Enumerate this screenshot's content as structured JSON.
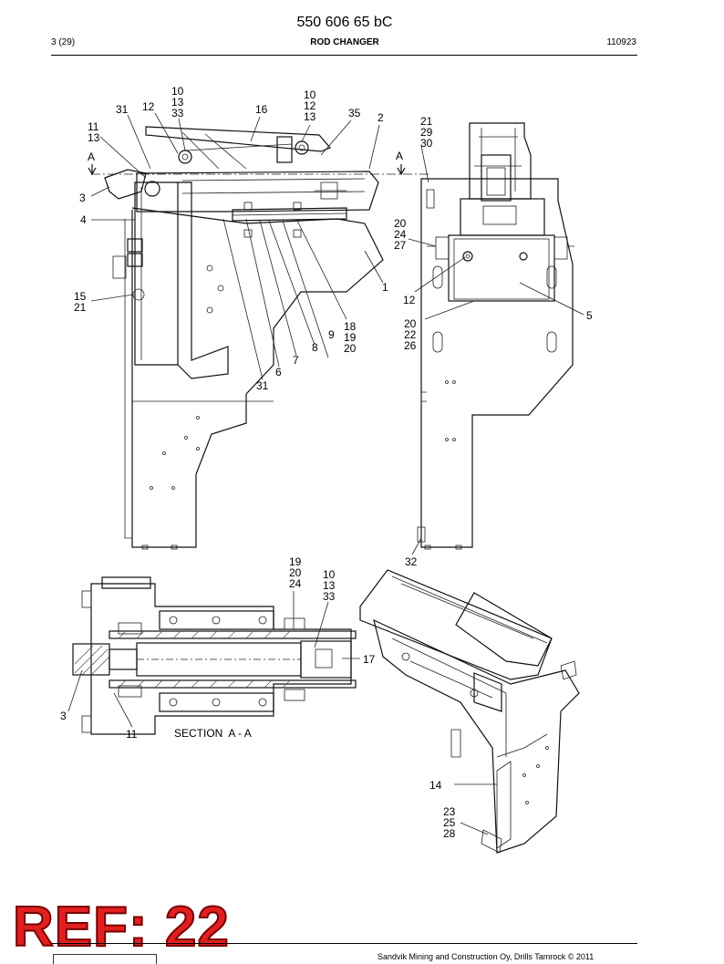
{
  "header": {
    "doc_number": "550 606 65 bC",
    "page": "3 (29)",
    "title": "ROD CHANGER",
    "date": "110923"
  },
  "section_label": "SECTION  A - A",
  "section_marks": [
    "A",
    "A"
  ],
  "callouts": {
    "side_view": [
      {
        "id": "c1",
        "lines": [
          "10",
          "13",
          "33"
        ]
      },
      {
        "id": "c2",
        "lines": [
          "31"
        ]
      },
      {
        "id": "c3",
        "lines": [
          "12"
        ]
      },
      {
        "id": "c4",
        "lines": [
          "16"
        ]
      },
      {
        "id": "c5",
        "lines": [
          "10",
          "12",
          "13"
        ]
      },
      {
        "id": "c6",
        "lines": [
          "35"
        ]
      },
      {
        "id": "c7",
        "lines": [
          "2"
        ]
      },
      {
        "id": "c8",
        "lines": [
          "11",
          "13"
        ]
      },
      {
        "id": "c9",
        "lines": [
          "3"
        ]
      },
      {
        "id": "c10",
        "lines": [
          "4"
        ]
      },
      {
        "id": "c11",
        "lines": [
          "15",
          "21"
        ]
      },
      {
        "id": "c12",
        "lines": [
          "1"
        ]
      },
      {
        "id": "c13",
        "lines": [
          "18",
          "19",
          "20"
        ]
      },
      {
        "id": "c14",
        "lines": [
          "9"
        ]
      },
      {
        "id": "c15",
        "lines": [
          "8"
        ]
      },
      {
        "id": "c16",
        "lines": [
          "7"
        ]
      },
      {
        "id": "c17",
        "lines": [
          "6"
        ]
      },
      {
        "id": "c18",
        "lines": [
          "31"
        ]
      }
    ],
    "front_view": [
      {
        "id": "f1",
        "lines": [
          "21",
          "29",
          "30"
        ]
      },
      {
        "id": "f2",
        "lines": [
          "20",
          "24",
          "27"
        ]
      },
      {
        "id": "f3",
        "lines": [
          "12"
        ]
      },
      {
        "id": "f4",
        "lines": [
          "20",
          "22",
          "26"
        ]
      },
      {
        "id": "f5",
        "lines": [
          "5"
        ]
      },
      {
        "id": "f6",
        "lines": [
          "32"
        ]
      }
    ],
    "section_view": [
      {
        "id": "s1",
        "lines": [
          "19",
          "20",
          "24"
        ]
      },
      {
        "id": "s2",
        "lines": [
          "10",
          "13",
          "33"
        ]
      },
      {
        "id": "s3",
        "lines": [
          "17"
        ]
      },
      {
        "id": "s4",
        "lines": [
          "3"
        ]
      },
      {
        "id": "s5",
        "lines": [
          "11"
        ]
      }
    ],
    "iso_view": [
      {
        "id": "i1",
        "lines": [
          "14"
        ]
      },
      {
        "id": "i2",
        "lines": [
          "23",
          "25",
          "28"
        ]
      }
    ]
  },
  "stamp": "REF: 22",
  "footer": {
    "copyright": "Sandvik Mining and Construction Oy, Drills Tamrock © 2011"
  }
}
